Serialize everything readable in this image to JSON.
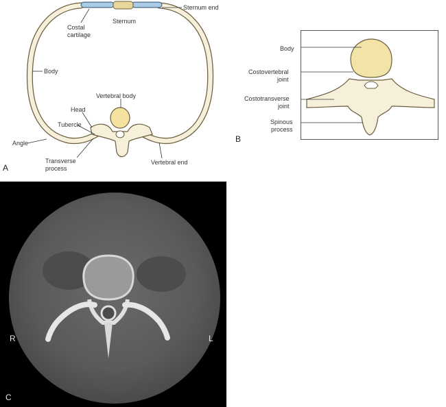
{
  "panel_a": {
    "letter": "A",
    "labels": {
      "sternum_end": "Sternum end",
      "sternum": "Sternum",
      "costal_cartilage": "Costal\ncartilage",
      "body": "Body",
      "vertebral_body": "Vertebral body",
      "head": "Head",
      "tubercle": "Tubercle",
      "angle": "Angle",
      "transverse_process": "Transverse\nprocess",
      "vertebral_end": "Vertebral end"
    }
  },
  "panel_b": {
    "letter": "B",
    "labels": {
      "body": "Body",
      "costovertebral_joint": "Costovertebral\njoint",
      "costotransverse_joint": "Costotransverse\njoint",
      "spinous_process": "Spinous\nprocess"
    }
  },
  "panel_c": {
    "letter": "C",
    "right_marker": "R",
    "left_marker": "L"
  },
  "colors": {
    "bone": "#f6efd9",
    "bone_outline": "#6b5d3f",
    "cartilage": "#a9cbe6",
    "ct_background": "#000000",
    "ct_body": "#5f5f5f"
  }
}
